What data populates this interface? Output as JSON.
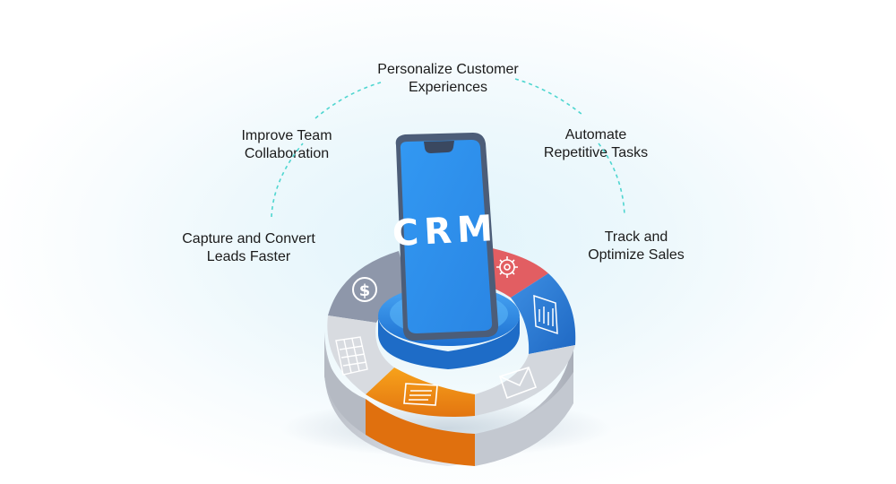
{
  "diagram": {
    "center_label": "CRM",
    "benefits": [
      {
        "line1": "Personalize Customer",
        "line2": "Experiences"
      },
      {
        "line1": "Improve Team",
        "line2": "Collaboration"
      },
      {
        "line1": "Automate",
        "line2": "Repetitive Tasks"
      },
      {
        "line1": "Capture and Convert",
        "line2": "Leads Faster"
      },
      {
        "line1": "Track and",
        "line2": "Optimize Sales"
      }
    ],
    "segments": [
      {
        "icon": "dollar-icon",
        "color": "#8f98ab"
      },
      {
        "icon": "gear-icon",
        "color": "#e06063"
      },
      {
        "icon": "bar-chart-icon",
        "color": "#2f7fd8"
      },
      {
        "icon": "envelope-icon",
        "color": "#cfd3da"
      },
      {
        "icon": "document-icon",
        "color": "#f28a17"
      },
      {
        "icon": "spreadsheet-icon",
        "color": "#d4d8de"
      }
    ],
    "colors": {
      "screen": "#2f93f0",
      "connector": "#4fd6d0",
      "text": "#1b1b1b"
    }
  }
}
